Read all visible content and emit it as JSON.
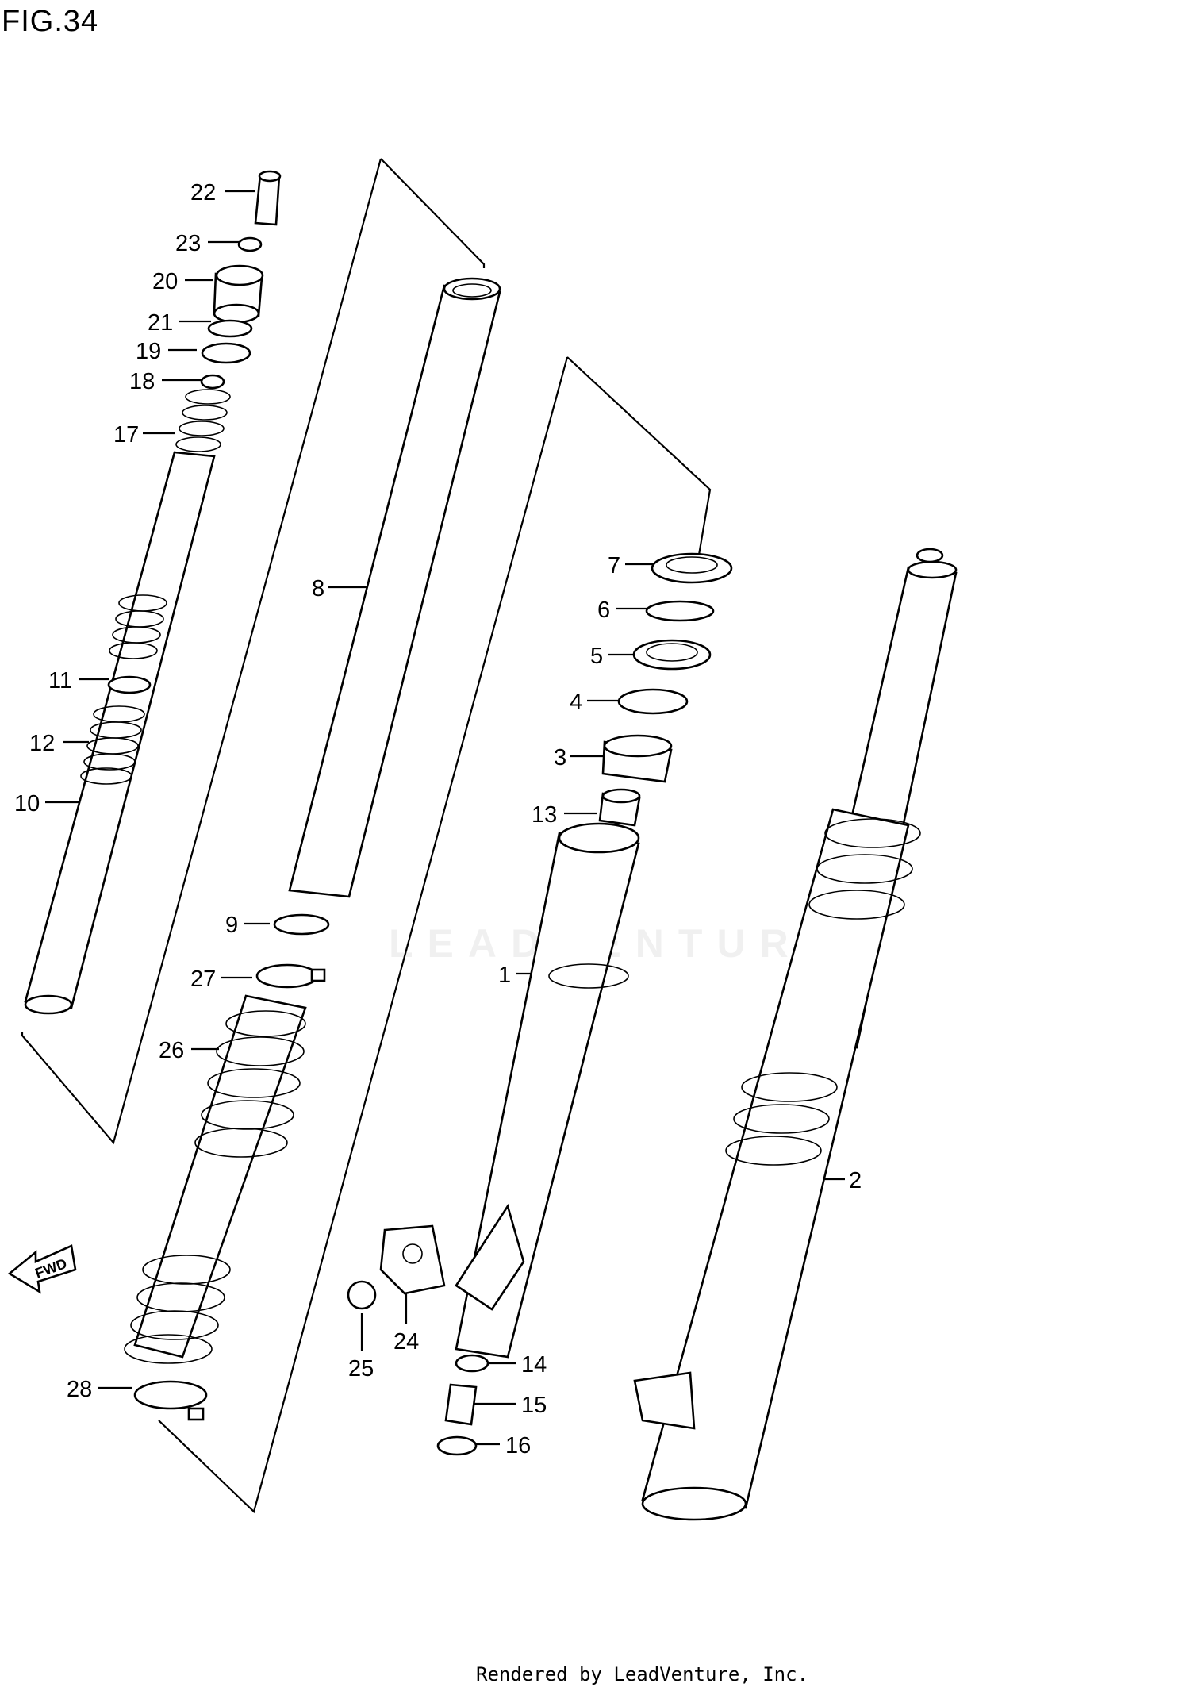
{
  "figure": {
    "title": "FIG.34"
  },
  "watermark": "LEADVENTURE",
  "fwd_label": "FWD",
  "footer": "Rendered by LeadVenture, Inc.",
  "callouts": [
    {
      "id": "22",
      "text": "22"
    },
    {
      "id": "23",
      "text": "23"
    },
    {
      "id": "20",
      "text": "20"
    },
    {
      "id": "21",
      "text": "21"
    },
    {
      "id": "19",
      "text": "19"
    },
    {
      "id": "18",
      "text": "18"
    },
    {
      "id": "17",
      "text": "17"
    },
    {
      "id": "8",
      "text": "8"
    },
    {
      "id": "11",
      "text": "11"
    },
    {
      "id": "12",
      "text": "12"
    },
    {
      "id": "10",
      "text": "10"
    },
    {
      "id": "9",
      "text": "9"
    },
    {
      "id": "27",
      "text": "27"
    },
    {
      "id": "26",
      "text": "26"
    },
    {
      "id": "7",
      "text": "7"
    },
    {
      "id": "6",
      "text": "6"
    },
    {
      "id": "5",
      "text": "5"
    },
    {
      "id": "4",
      "text": "4"
    },
    {
      "id": "3",
      "text": "3"
    },
    {
      "id": "13",
      "text": "13"
    },
    {
      "id": "1",
      "text": "1"
    },
    {
      "id": "2",
      "text": "2"
    },
    {
      "id": "25",
      "text": "25"
    },
    {
      "id": "24",
      "text": "24"
    },
    {
      "id": "14",
      "text": "14"
    },
    {
      "id": "15",
      "text": "15"
    },
    {
      "id": "16",
      "text": "16"
    },
    {
      "id": "28",
      "text": "28"
    }
  ]
}
